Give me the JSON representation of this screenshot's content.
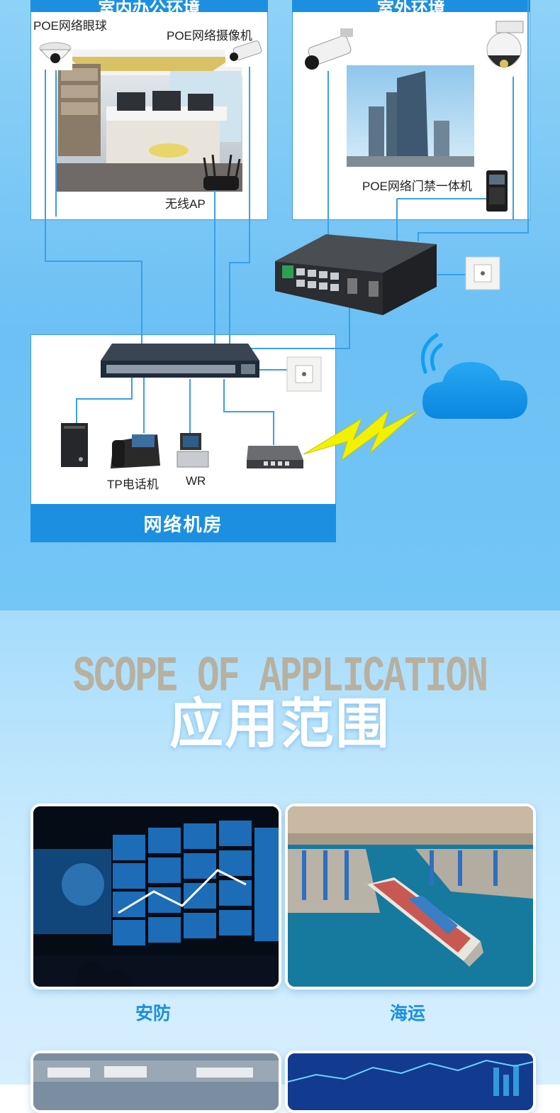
{
  "office": {
    "header": "室内办公环境",
    "dome_camera_label": "POE网络眼球",
    "bullet_camera_label": "POE网络摄像机",
    "ap_label": "无线AP"
  },
  "outdoor": {
    "header": "室外环境",
    "access_label": "POE网络门禁一体机"
  },
  "room": {
    "phone_label": "TP电话机",
    "wr_label": "WR",
    "title": "网络机房"
  },
  "application": {
    "title_en": "SCOPE OF APPLICATION",
    "title_cn": "应用范围",
    "cards": [
      {
        "label": "安防"
      },
      {
        "label": "海运"
      }
    ]
  },
  "colors": {
    "wire": "#3aa0e6",
    "header": "#1c8fe0",
    "bolt": "#f2f200"
  }
}
